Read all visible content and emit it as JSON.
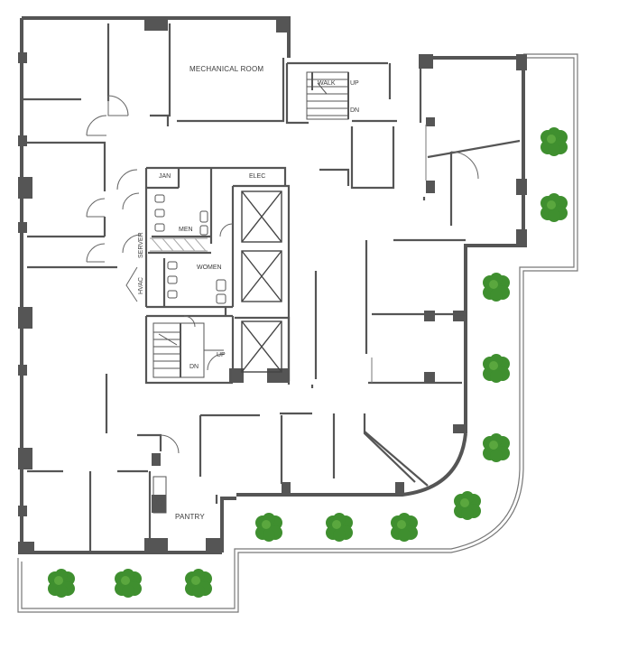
{
  "plan": {
    "wall_color": "#555555",
    "tree_color": "#3f8f2f",
    "labels": {
      "mechanical_room": "MECHANICAL ROOM",
      "jan": "JAN",
      "elec": "ELEC",
      "men": "MEN",
      "women": "WOMEN",
      "server": "SERVER",
      "hvac": "HVAC",
      "pantry": "PANTRY",
      "stair_top_walk": "WALK",
      "stair_top_up": "UP",
      "stair_top_dn": "DN",
      "stair_bottom_up": "UP",
      "stair_bottom_dn": "DN"
    }
  }
}
